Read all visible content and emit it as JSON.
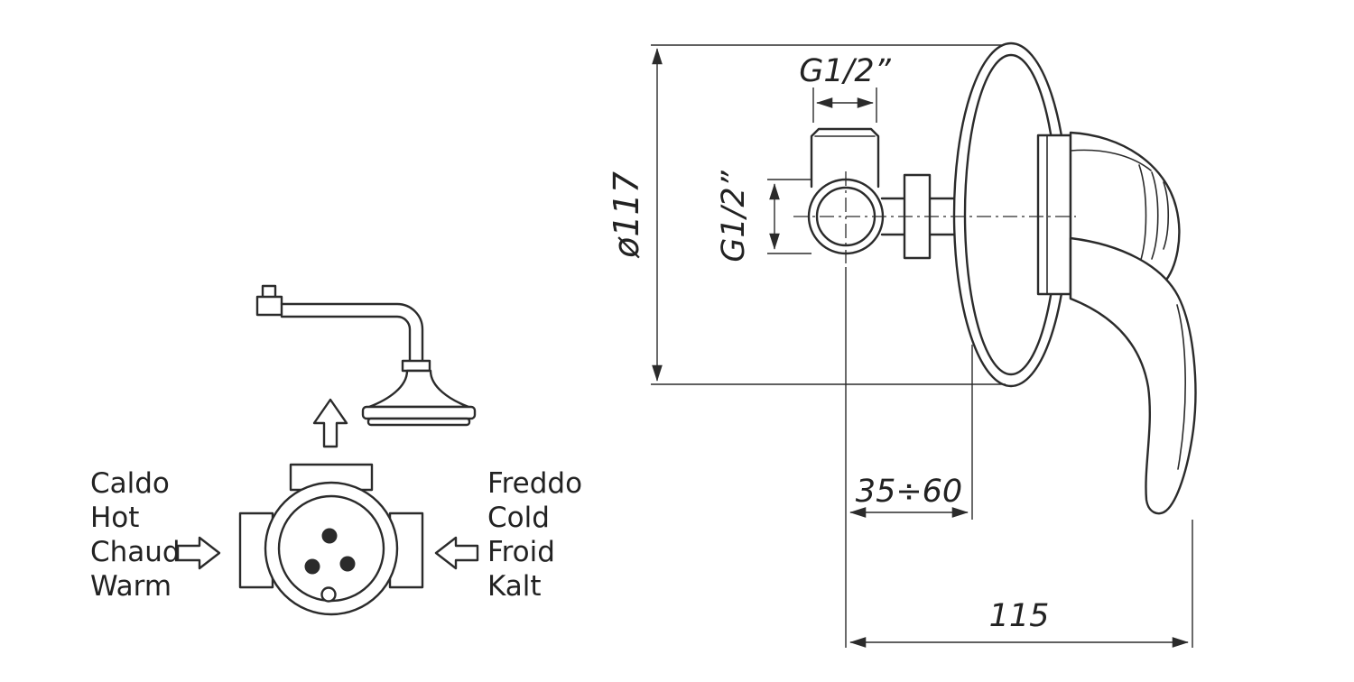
{
  "labels": {
    "hot": [
      "Caldo",
      "Hot",
      "Chaud",
      "Warm"
    ],
    "cold": [
      "Freddo",
      "Cold",
      "Froid",
      "Kalt"
    ]
  },
  "dimensions": {
    "top_thread": "G1/2”",
    "side_thread": "G1/2”",
    "plate_diameter": "ø117",
    "depth_range": "35÷60",
    "handle_projection": "115"
  },
  "colors": {
    "line": "#2b2b2b",
    "background": "#ffffff"
  }
}
